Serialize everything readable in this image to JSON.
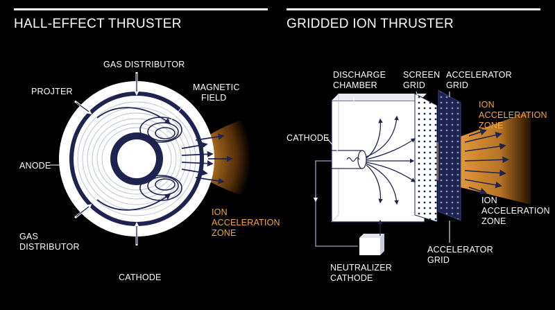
{
  "colors": {
    "background": "#000000",
    "accent": "#f5a640",
    "navy": "#1e2350",
    "white": "#ffffff"
  },
  "hall": {
    "title": "HALL-EFFECT THRUSTER",
    "labels": {
      "gas_distributor_top": "GAS DISTRIBUTOR",
      "projter": "PROJTER",
      "magnetic_1": "MAGNETIC",
      "magnetic_2": "FIELD",
      "anode": "ANODE",
      "gas_distributor_left_1": "GAS",
      "gas_distributor_left_2": "DISTRIBUTOR",
      "cathode": "CATHODE",
      "ion_1": "ION",
      "ion_2": "ACCELERATION",
      "ion_3": "ZONE"
    }
  },
  "gridded": {
    "title": "GRIDDED ION THRUSTER",
    "labels": {
      "discharge_1": "DISCHARGE",
      "discharge_2": "CHAMBER",
      "screen_1": "SCREEN",
      "screen_2": "GRID",
      "accel_top_1": "ACCELERATOR",
      "accel_top_2": "GRID",
      "ion_top_1": "ION",
      "ion_top_2": "ACCELERATION",
      "ion_top_3": "ZONE",
      "cathode": "CATHODE",
      "ion_bottom_1": "ION",
      "ion_bottom_2": "ACCELERATION",
      "ion_bottom_3": "ZONE",
      "accel_bottom_1": "ACCELERATOR",
      "accel_bottom_2": "GRID",
      "neutralizer_1": "NEUTRALIZER",
      "neutralizer_2": "CATHODE"
    }
  }
}
